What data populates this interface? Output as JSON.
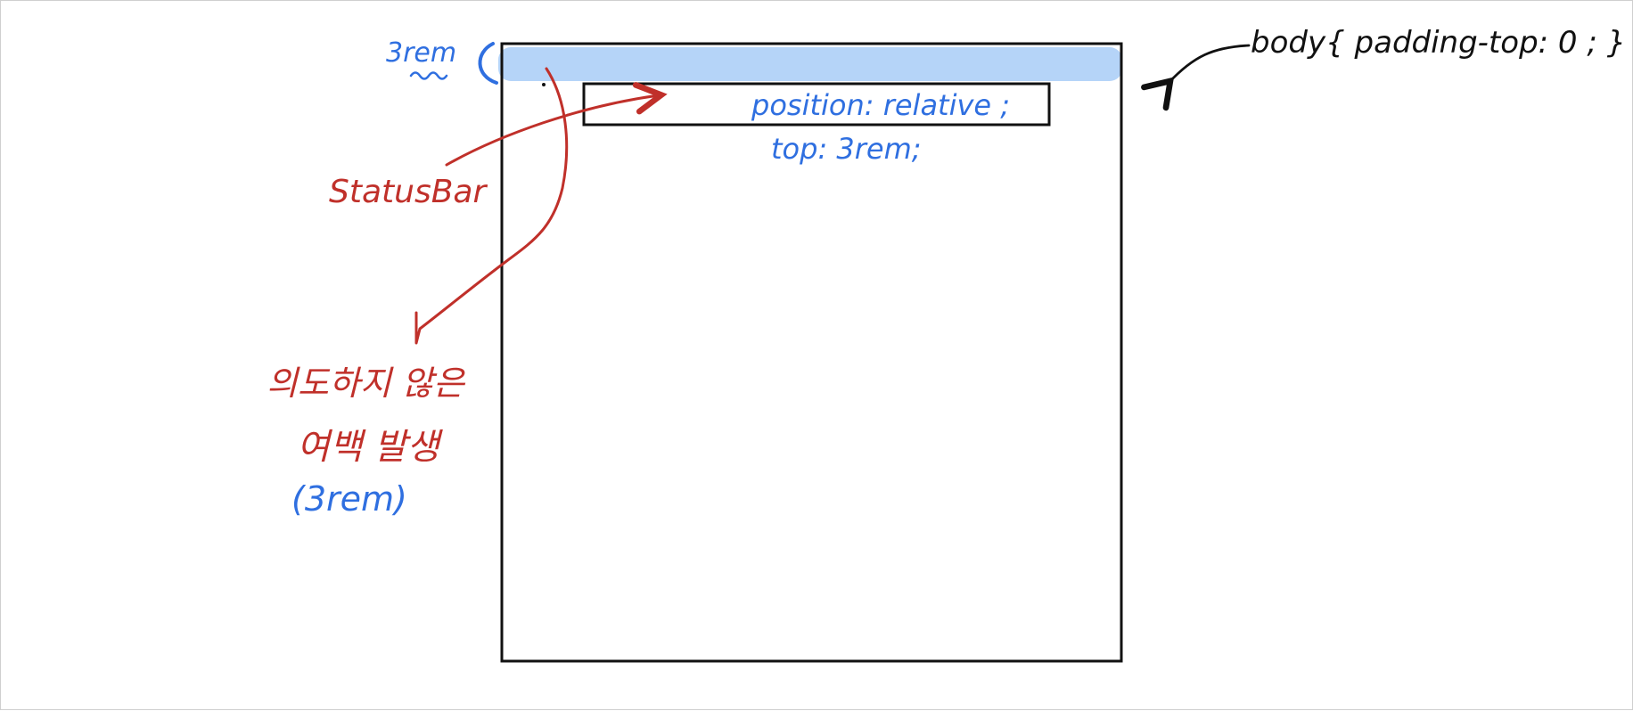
{
  "colors": {
    "blue": "#2f6fe0",
    "red": "#c0302a",
    "black": "#111111",
    "highlight": "#b5d4f8"
  },
  "labels": {
    "top_margin": "3rem",
    "body_rule": "body{ padding-top: 0 ; }",
    "position_rule": "position: relative ;",
    "top_rule": "top: 3rem;",
    "statusbar": "StatusBar",
    "unintended_line1": "의도하지 않은",
    "unintended_line2": "여백 발생",
    "unintended_size": "(3rem)"
  }
}
